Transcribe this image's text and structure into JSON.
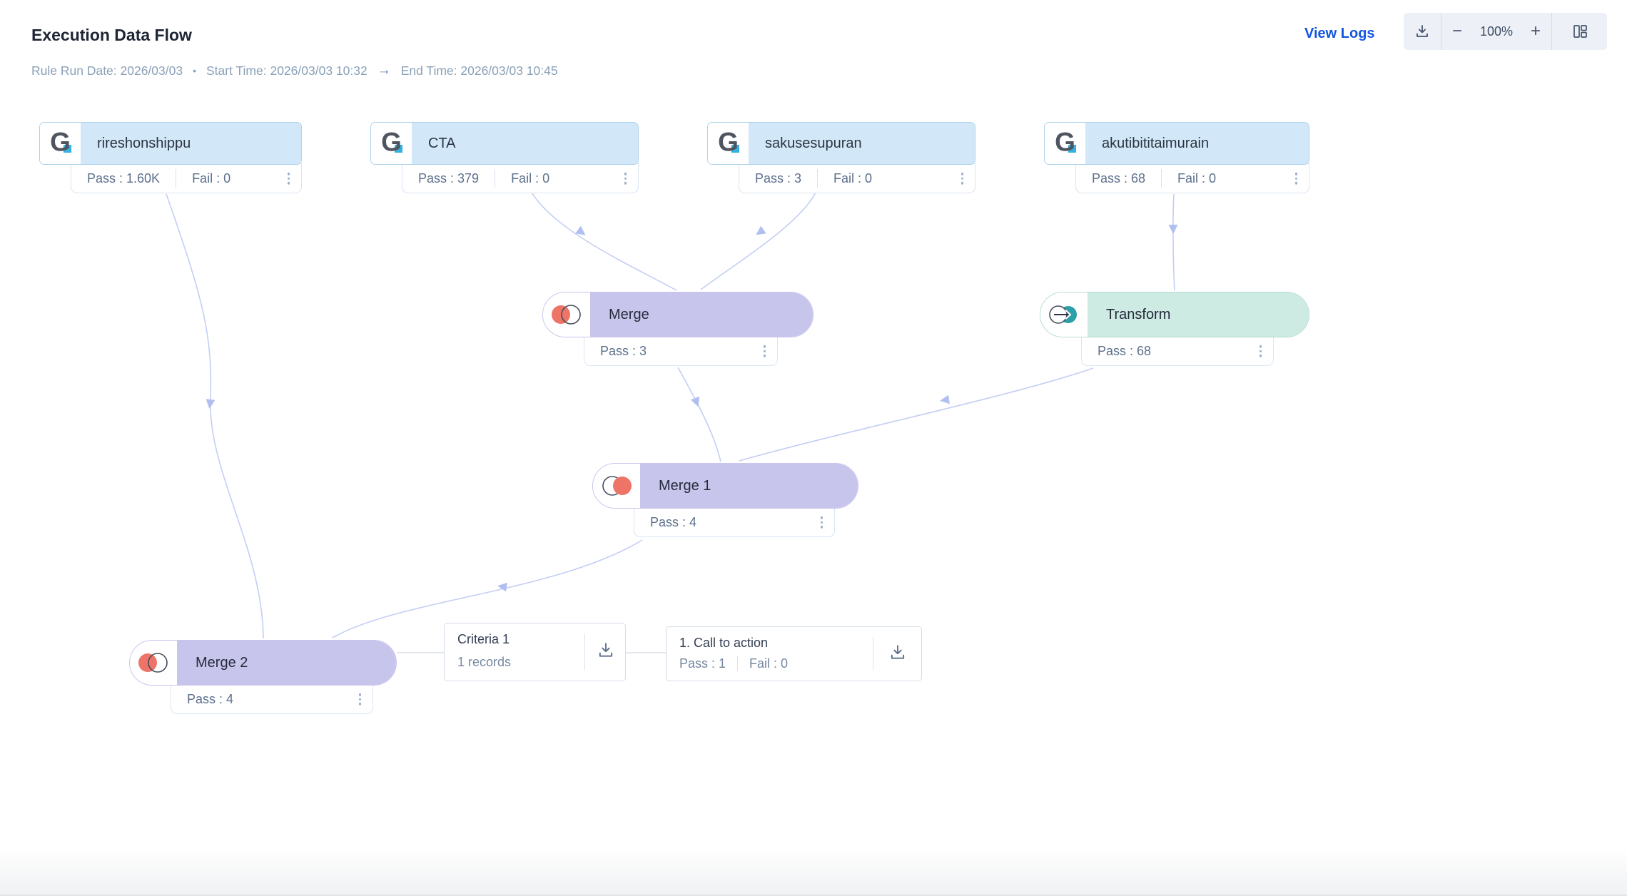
{
  "header": {
    "title": "Execution Data Flow",
    "meta": {
      "rule_run_date": "Rule Run Date: 2026/03/03",
      "dot": "•",
      "start_time": "Start Time: 2026/03/03 10:32",
      "arrow": "→",
      "end_time": "End Time: 2026/03/03 10:45"
    },
    "view_logs_label": "View Logs",
    "toolbar": {
      "minus": "−",
      "zoom_level": "100%",
      "plus": "+"
    }
  },
  "icons": {
    "source_letter": "G"
  },
  "nodes": {
    "sources": [
      {
        "label": "rireshonshippu",
        "pass": "Pass : 1.60K",
        "fail": "Fail : 0"
      },
      {
        "label": "CTA",
        "pass": "Pass : 379",
        "fail": "Fail : 0"
      },
      {
        "label": "sakusesupuran",
        "pass": "Pass : 3",
        "fail": "Fail : 0"
      },
      {
        "label": "akutibititaimurain",
        "pass": "Pass : 68",
        "fail": "Fail : 0"
      }
    ],
    "merge": {
      "label": "Merge",
      "pass": "Pass : 3"
    },
    "transform": {
      "label": "Transform",
      "pass": "Pass : 68"
    },
    "merge1": {
      "label": "Merge 1",
      "pass": "Pass : 4"
    },
    "merge2": {
      "label": "Merge 2",
      "pass": "Pass : 4"
    },
    "criteria": {
      "title": "Criteria 1",
      "records": "1 records"
    },
    "action": {
      "title": "1. Call to action",
      "pass": "Pass : 1",
      "fail": "Fail : 0"
    }
  },
  "colors": {
    "accent_blue": "#1455e0",
    "source_label_bg": "#d2e8f8",
    "merge_bg": "#c8c5ed",
    "transform_bg": "#cdeae3",
    "venn_red": "#ee7468",
    "transform_teal": "#2ba0a8",
    "edge": "#c4cef5"
  }
}
